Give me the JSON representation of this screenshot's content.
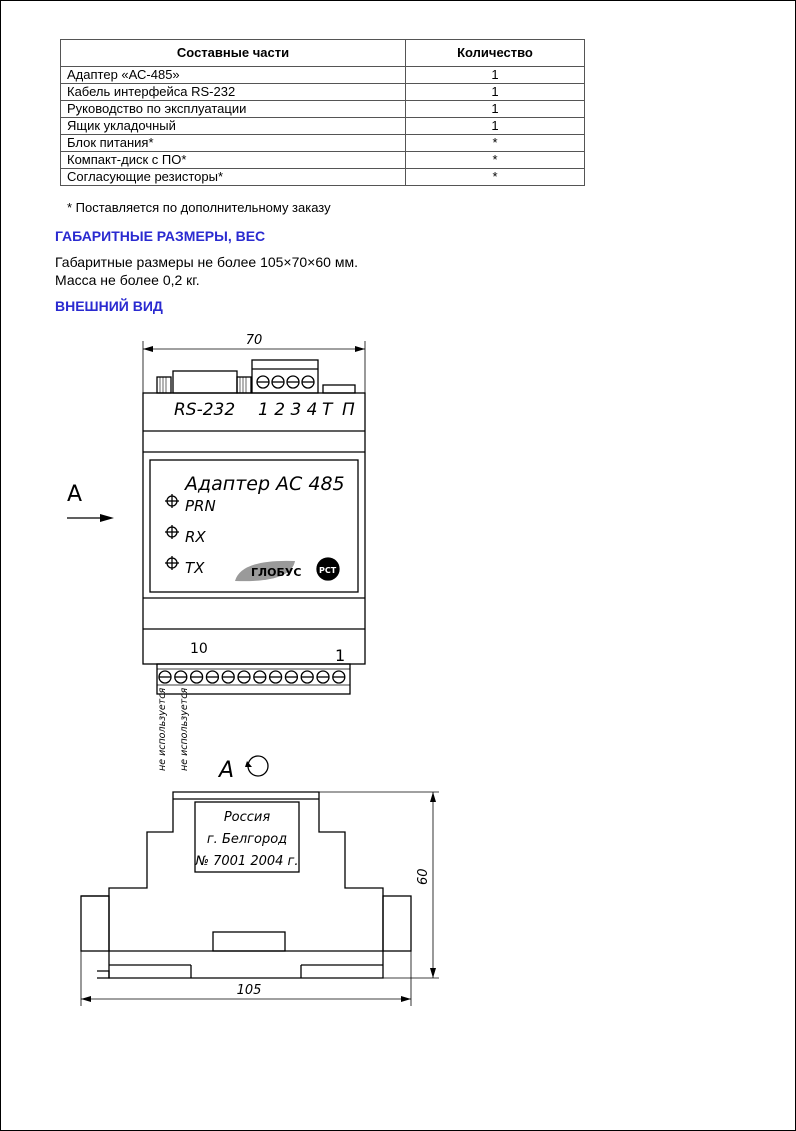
{
  "table": {
    "col_parts": "Составные части",
    "col_qty": "Количество",
    "rows": [
      {
        "name": "Адаптер «АС-485»",
        "qty": "1"
      },
      {
        "name": "Кабель интерфейса RS-232",
        "qty": "1"
      },
      {
        "name": "Руководство по эксплуатации",
        "qty": "1"
      },
      {
        "name": "Ящик укладочный",
        "qty": "1"
      },
      {
        "name": "Блок питания*",
        "qty": "*"
      },
      {
        "name": "Компакт-диск с ПО*",
        "qty": "*"
      },
      {
        "name": "Согласующие резисторы*",
        "qty": "*"
      }
    ]
  },
  "footnote": "* Поставляется по дополнительному заказу",
  "section_dims": {
    "heading": "ГАБАРИТНЫЕ РАЗМЕРЫ, ВЕС",
    "line1": "Габаритные размеры не более 105×70×60 мм.",
    "line2": "Масса не более 0,2 кг."
  },
  "section_view": {
    "heading": "ВНЕШНИЙ ВИД"
  },
  "drawing": {
    "dim_width": "70",
    "label_rs232": "RS-232",
    "label_pins": "1 2 3 4",
    "label_t": "Т",
    "label_p": "П",
    "view_arrow": "А",
    "title": "Адаптер АС 485",
    "led_prn": "PRN",
    "led_rx": "RX",
    "led_tx": "TX",
    "logo_text": "ГЛОБУС",
    "cert_mark": "РСТ",
    "term_10": "10",
    "term_1": "1",
    "not_used_1": "не используется",
    "not_used_2": "не используется",
    "view_a": "А",
    "plate_line1": "Россия",
    "plate_line2": "г. Белгород",
    "plate_line3": "№ 7001   2004 г.",
    "dim_height": "60",
    "dim_length": "105"
  },
  "colors": {
    "heading": "#2a2ad0",
    "line": "#000000"
  }
}
